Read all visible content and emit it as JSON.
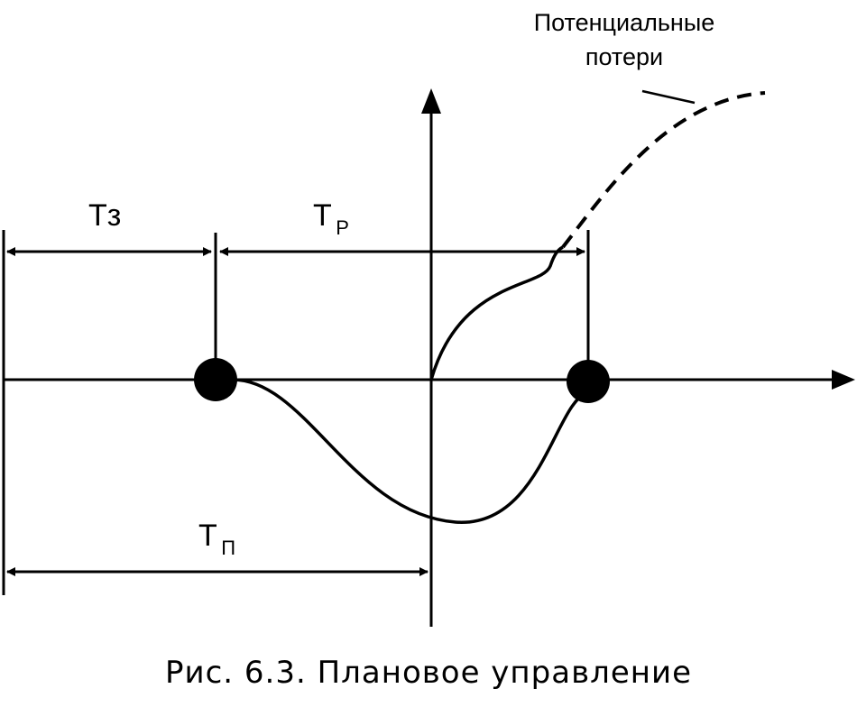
{
  "labels": {
    "t3": "Тз",
    "tp_main": "Т",
    "tp_sub": "Р",
    "tn_main": "Т",
    "tn_sub": "П",
    "potential_line1": "Потенциальные",
    "potential_line2": "потери"
  },
  "caption": "Рис. 6.3. Плановое управление"
}
